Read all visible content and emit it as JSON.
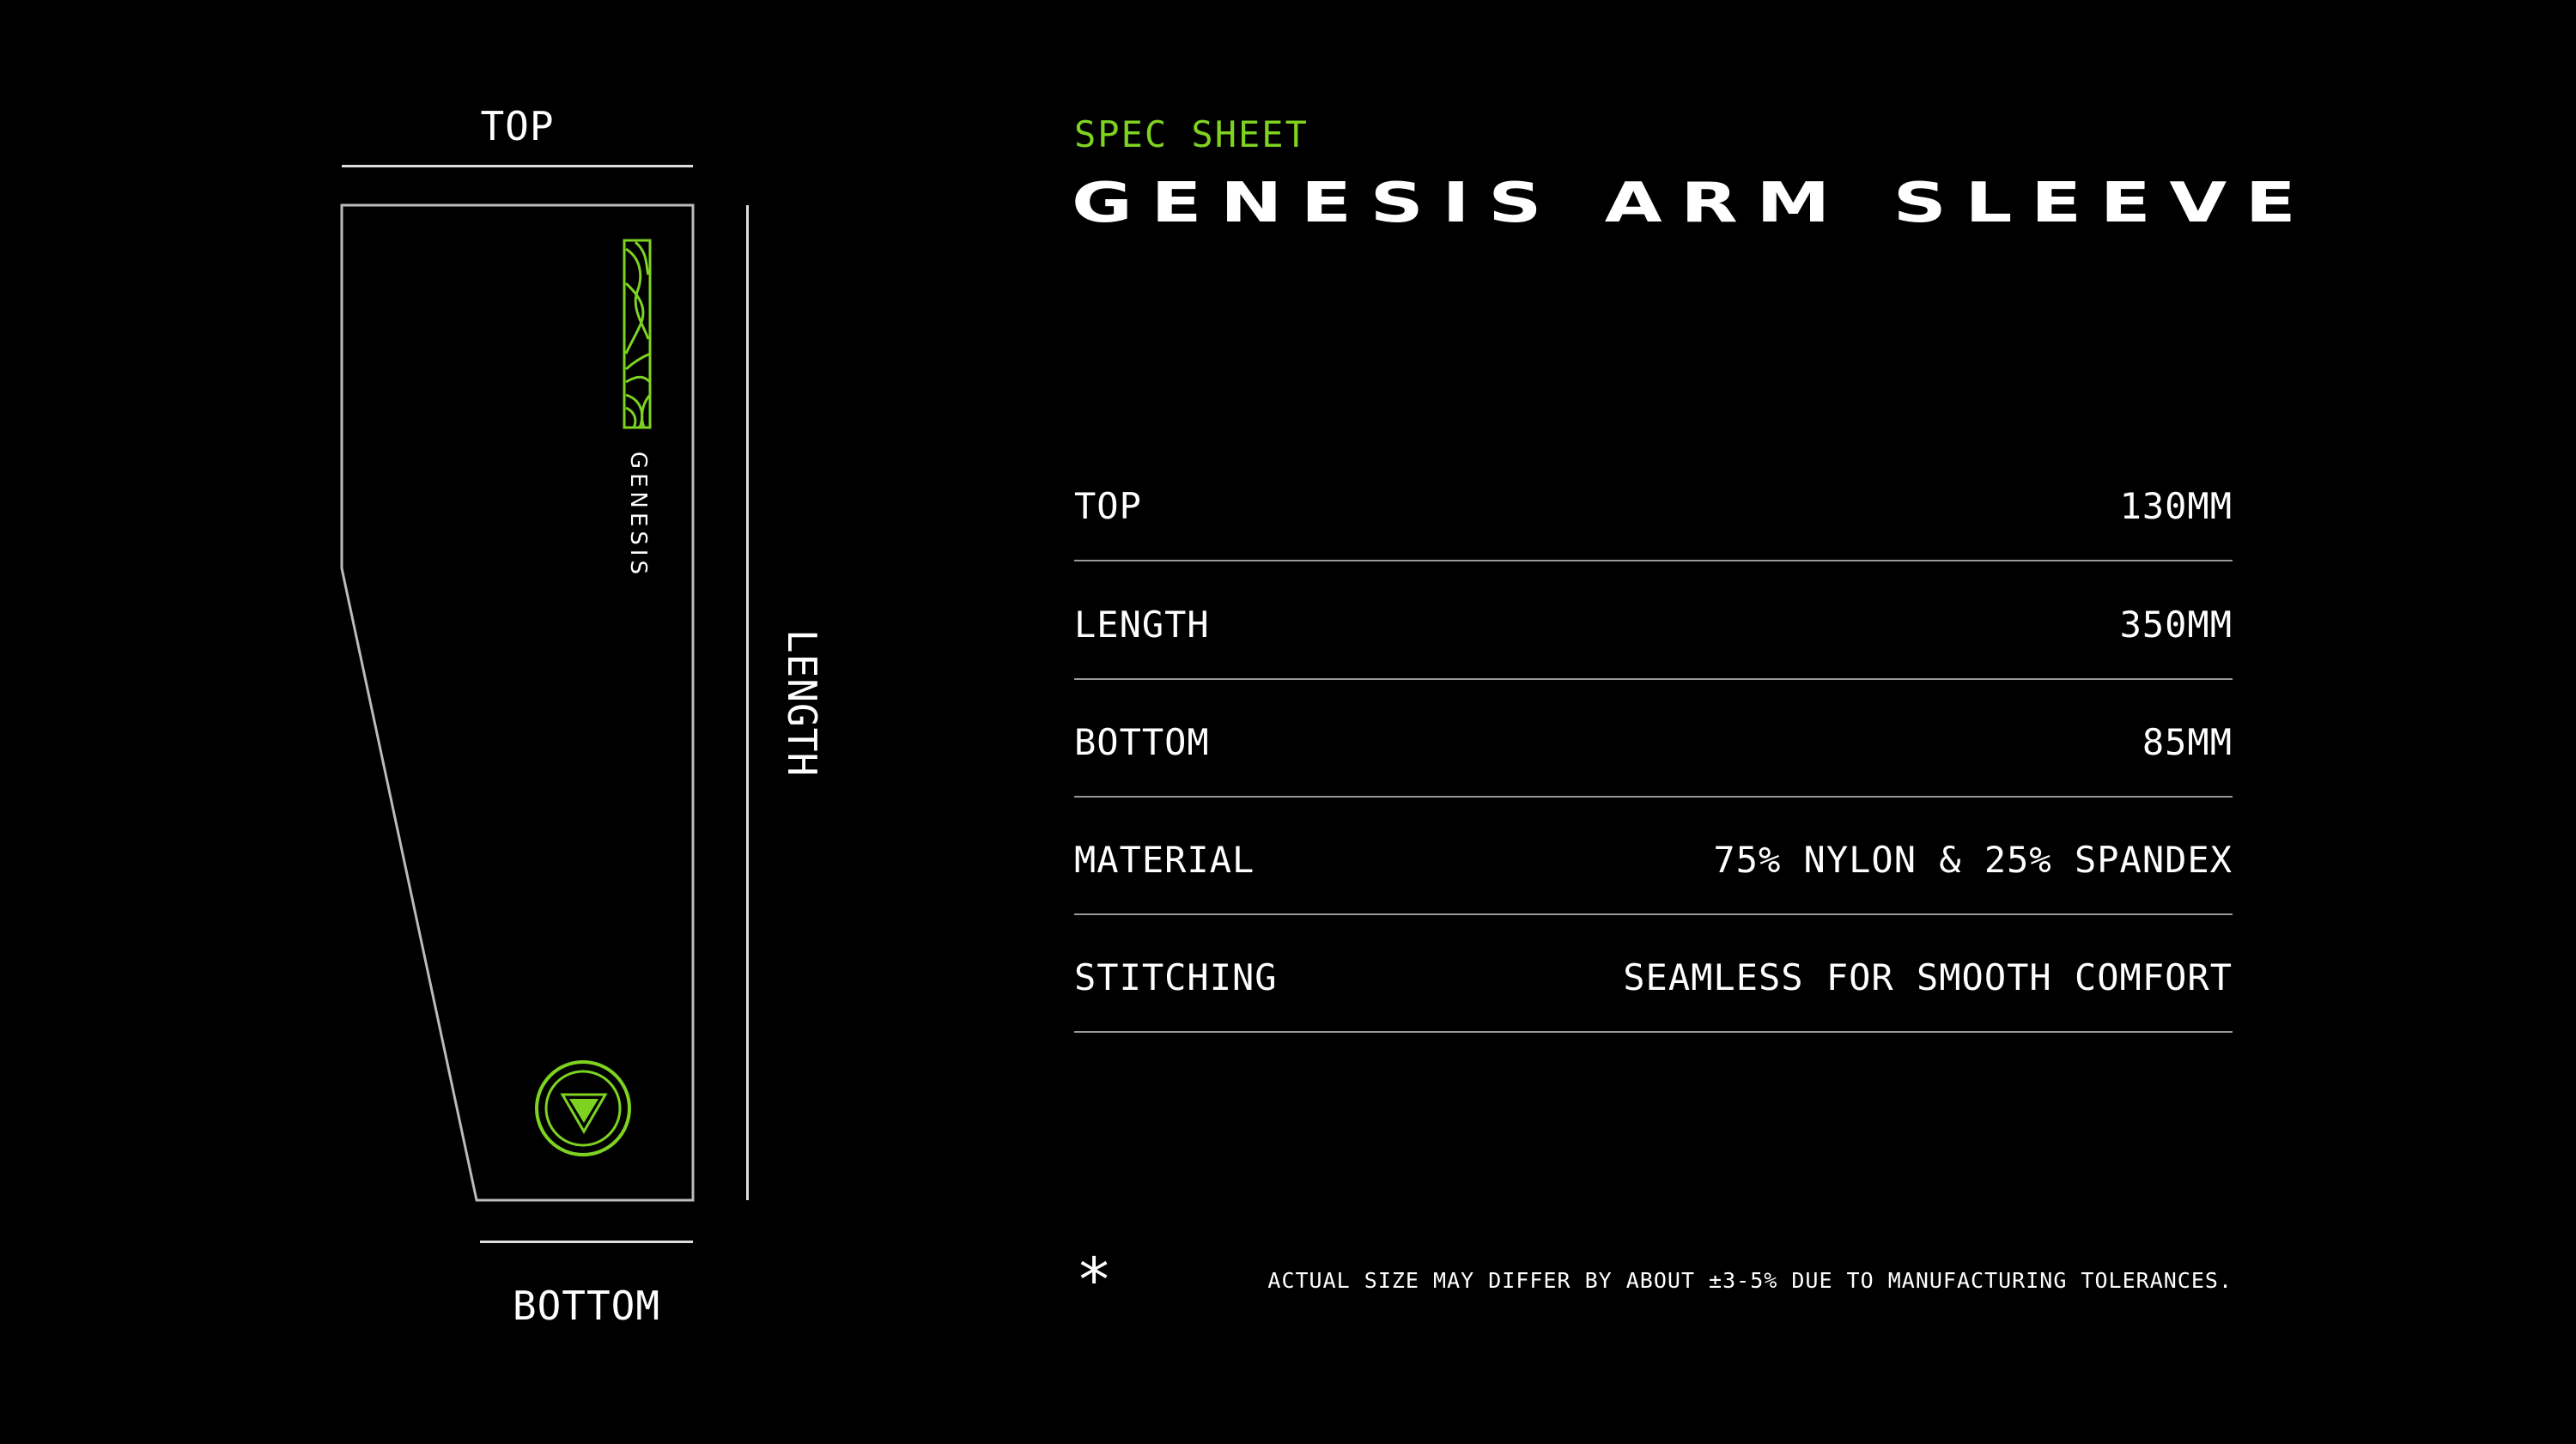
{
  "diagram": {
    "top_label": "TOP",
    "length_label": "LENGTH",
    "bottom_label": "BOTTOM",
    "sleeve_brand_text": "GENESIS",
    "accent_color": "#7ed321"
  },
  "header": {
    "eyebrow": "SPEC SHEET",
    "title": "GENESIS ARM SLEEVE"
  },
  "specs": [
    {
      "label": "TOP",
      "value": "130MM"
    },
    {
      "label": "LENGTH",
      "value": "350MM"
    },
    {
      "label": "BOTTOM",
      "value": "85MM"
    },
    {
      "label": "MATERIAL",
      "value": "75% NYLON & 25% SPANDEX"
    },
    {
      "label": "STITCHING",
      "value": "SEAMLESS FOR SMOOTH COMFORT"
    }
  ],
  "footnote": {
    "marker": "*",
    "text": "ACTUAL SIZE MAY DIFFER BY ABOUT ±3-5% DUE TO MANUFACTURING TOLERANCES."
  }
}
